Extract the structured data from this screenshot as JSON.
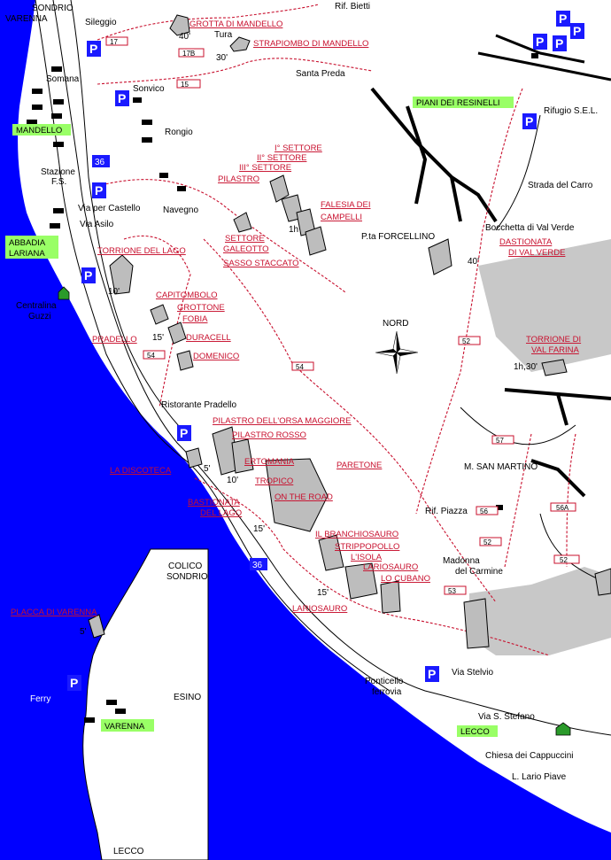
{
  "colors": {
    "lake": "#0000ff",
    "trail": "#c8102e",
    "parking": "#1a1aff",
    "highlight": "#99ff66",
    "rock": "#bdbdbd",
    "valley": "#c8c8c8"
  },
  "icons": [
    "parking-icon",
    "hut-icon",
    "church-cross-icon",
    "compass-rose-icon",
    "crag-icon",
    "trail-number-icon"
  ],
  "places": {
    "sondrio_top": "SONDRIO",
    "varenna_top": "VARENNA",
    "rif_bietti": "Rif. Bietti",
    "sileggio": "Sileggio",
    "tura": "Tura",
    "santa_preda": "Santa Preda",
    "somana": "Somana",
    "sonvico": "Sonvico",
    "rongio": "Rongio",
    "stazione": "Stazione",
    "fs": "F.S.",
    "via_castello": "Via per Castello",
    "via_asilo": "Via Asilo",
    "navegno": "Navegno",
    "centralina": "Centralina",
    "guzzi": "Guzzi",
    "ristorante": "Ristorante Pradello",
    "rifugio_sel": "Rifugio S.E.L.",
    "strada_carro": "Strada del Carro",
    "bocchetta": "Bocchetta di Val Verde",
    "pta_forcellino": "P.ta FORCELLINO",
    "nord": "NORD",
    "m_san_martino": "M. SAN MARTINO",
    "rif_piazza": "Rif. Piazza",
    "madonna": "Madonna",
    "del_carmine": "del Carmine",
    "via_stelvio": "Via Stelvio",
    "ponticello": "Ponticello",
    "ferrovia": "ferrovia",
    "via_s_stefano": "Via S. Stefano",
    "chiesa": "Chiesa dei Cappuccini",
    "l_lario": "L. Lario Piave",
    "colico": "COLICO",
    "sondrio_inset": "SONDRIO",
    "esino": "ESINO",
    "ferry": "Ferry",
    "lecco_bottom": "LECCO"
  },
  "green_labels": {
    "mandello": "MANDELLO",
    "abbadia_1": "ABBADIA",
    "abbadia_2": "LARIANA",
    "piani": "PIANI DEI RESINELLI",
    "lecco": "LECCO",
    "varenna": "VARENNA"
  },
  "crags": {
    "grotta": "GROTTA DI MANDELLO",
    "strapiombo": "STRAPIOMBO DI MANDELLO",
    "settore_1": "I° SETTORE",
    "settore_2": "II° SETTORE",
    "settore_3": "III° SETTORE",
    "pilastro": "PILASTRO",
    "falesia_1": "FALESIA DEI",
    "falesia_2": "CAMPELLI",
    "settore_g1": "SETTORE",
    "settore_g2": "GALEOTTO",
    "sasso": "SASSO STACCATO",
    "torrione_lago": "TORRIONE DEL LAGO",
    "dastionata_1": "DASTIONATA",
    "dastionata_2": "DI VAL VERDE",
    "capitombolo": "CAPITOMBOLO",
    "grottone": "GROTTONE",
    "fobia": "FOBIA",
    "pradello": "PRADELLO",
    "duracell": "DURACELL",
    "domenico": "DOMENICO",
    "torrione_farina_1": "TORRIONE DI",
    "torrione_farina_2": "VAL FARINA",
    "orsa": "PILASTRO DELL'ORSA MAGGIORE",
    "pilastro_rosso": "PILASTRO ROSSO",
    "ertomania": "ERTOMANIA",
    "paretone": "PARETONE",
    "discoteca": "LA DISCOTECA",
    "tropico": "TROPICO",
    "on_the_road": "ON THE ROAD",
    "bastionata_1": "BASTIONATA",
    "bastionata_2": "DEL LAGO",
    "branchiosauro": "IL BRANCHIOSAURO",
    "strippopollo": "STRIPPOPOLLO",
    "isola": "L'ISOLA",
    "lariosauro_1": "LARIOSAURO",
    "cubano": "LO CUBANO",
    "lariosauro_2": "LARIOSAURO",
    "placca": "PLACCA DI VARENNA"
  },
  "times": {
    "t40_top": "40'",
    "t30": "30'",
    "t1h": "1h",
    "t40_dast": "40'",
    "t10_torr": "10'",
    "t15_prad": "15'",
    "t1h30": "1h,30'",
    "t5_disc": "5'",
    "t10_disc": "10'",
    "t15_bast": "15'",
    "t15_lar": "15'",
    "t5_plac": "5'"
  },
  "trail_numbers": {
    "n17": "17",
    "n17b": "17B",
    "n15": "15",
    "n54a": "54",
    "n54b": "54",
    "n52a": "52",
    "n57": "57",
    "n56": "56",
    "n56a": "56A",
    "n52b": "52",
    "n52c": "52",
    "n53": "53"
  },
  "roads": {
    "r36_top": "36",
    "r36_bottom": "36"
  },
  "parking_label": "P"
}
